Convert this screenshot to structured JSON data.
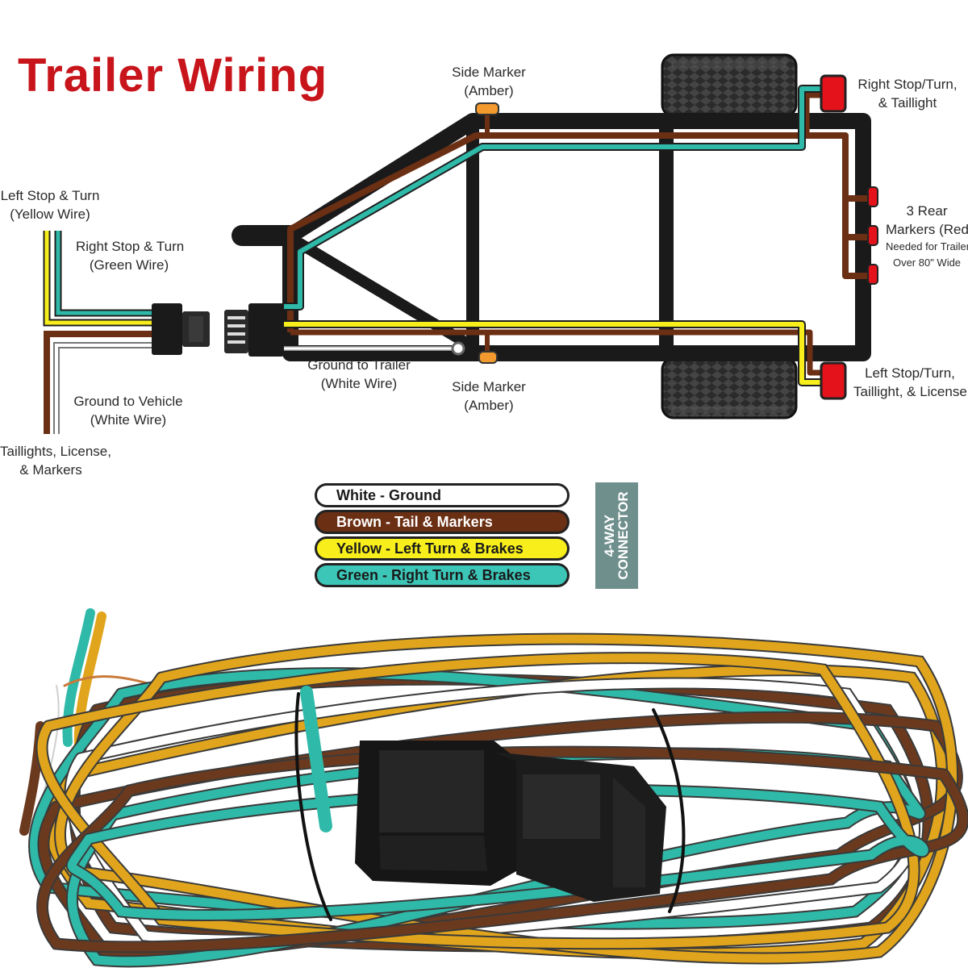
{
  "title": "Trailer Wiring",
  "labels": {
    "side_marker_top": [
      "Side Marker",
      "(Amber)"
    ],
    "side_marker_bottom": [
      "Side Marker",
      "(Amber)"
    ],
    "right_stop_taillight": [
      "Right Stop/Turn,",
      "& Taillight"
    ],
    "rear_markers": [
      "3 Rear",
      "Markers (Red)"
    ],
    "rear_markers_note": [
      "Needed for Trailers",
      "Over 80\" Wide"
    ],
    "left_stop_license": [
      "Left Stop/Turn,",
      "Taillight, & License"
    ],
    "left_stop_turn": [
      "Left Stop & Turn",
      "(Yellow Wire)"
    ],
    "right_stop_turn": [
      "Right Stop & Turn",
      "(Green Wire)"
    ],
    "ground_to_trailer": [
      "Ground to Trailer",
      "(White Wire)"
    ],
    "ground_to_vehicle": [
      "Ground to Vehicle",
      "(White Wire)"
    ],
    "taillights_markers": [
      "Taillights, License,",
      "& Markers"
    ]
  },
  "legend": {
    "rows": [
      {
        "text": "White - Ground",
        "color": "#ffffff",
        "text_color": "#1a1a1a"
      },
      {
        "text": "Brown - Tail & Markers",
        "color": "#6b2f14",
        "text_color": "#ffffff"
      },
      {
        "text": "Yellow - Left Turn & Brakes",
        "color": "#f7ee1c",
        "text_color": "#1a1a1a"
      },
      {
        "text": "Green - Right Turn & Brakes",
        "color": "#3cc6b8",
        "text_color": "#1a1a1a"
      }
    ],
    "tag": [
      "4-WAY",
      "CONNECTOR"
    ]
  },
  "colors": {
    "title": "#c8141b",
    "frame": "#1a1a1a",
    "brown": "#6b2f14",
    "yellow": "#f7ee1c",
    "green": "#2fb9a8",
    "white_wire": "#ffffff",
    "amber": "#f29a2e",
    "red_light": "#e3121b"
  }
}
